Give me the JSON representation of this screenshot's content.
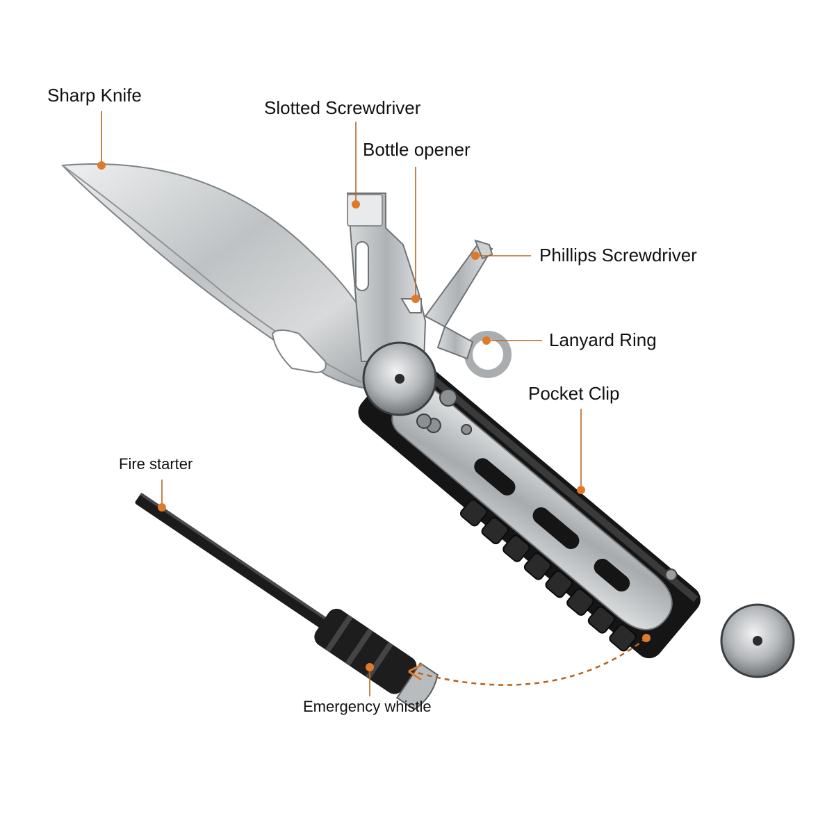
{
  "labels": {
    "sharp_knife": "Sharp  Knife",
    "slotted_screwdriver": "Slotted Screwdriver",
    "bottle_opener": "Bottle opener",
    "phillips_screwdriver": "Phillips Screwdriver",
    "lanyard_ring": "Lanyard Ring",
    "pocket_clip": "Pocket Clip",
    "fire_starter": "Fire starter",
    "emergency_whistle": "Emergency whistle"
  },
  "colors": {
    "accent": "#e07a2a",
    "leader": "#b8651f",
    "steel": "#c9cbcd",
    "handle": "#141414",
    "text": "#111111"
  },
  "icons": {
    "callout_dot": "orange-dot",
    "arrow": "dashed-curved-arrow"
  }
}
